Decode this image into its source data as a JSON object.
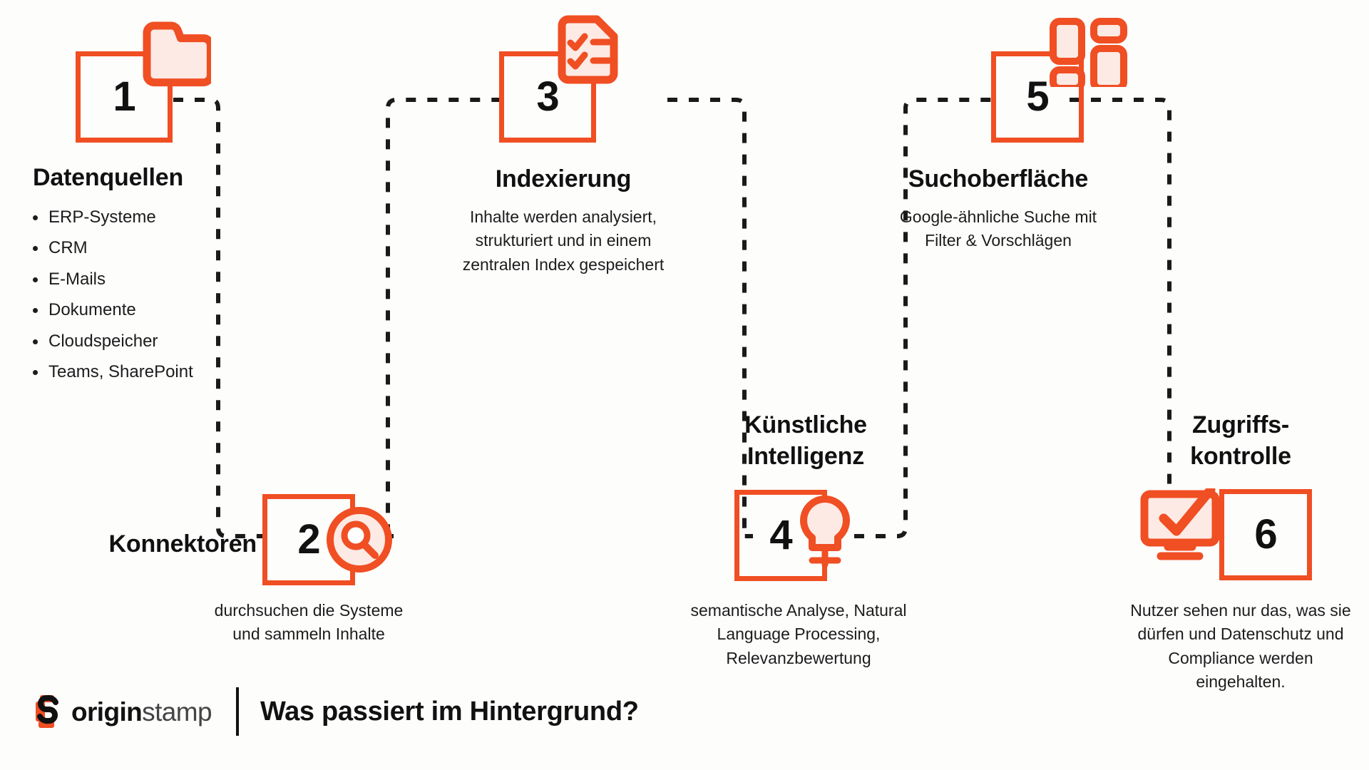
{
  "palette": {
    "accent": "#f04e23",
    "accent_fill": "#fdeae4",
    "text": "#111111",
    "background": "#fdfdfc",
    "connector": "#1a1a1a"
  },
  "steps": [
    {
      "number": "1",
      "title": "Datenquellen",
      "icon": "folder-icon",
      "bullets": [
        "ERP-Systeme",
        "CRM",
        "E-Mails",
        "Dokumente",
        "Cloudspeicher",
        "Teams, SharePoint"
      ]
    },
    {
      "number": "2",
      "title": "Konnektoren",
      "icon": "magnifier-icon",
      "description": "durchsuchen die Systeme und sammeln Inhalte"
    },
    {
      "number": "3",
      "title": "Indexierung",
      "icon": "checklist-document-icon",
      "description": "Inhalte werden analysiert, strukturiert und in einem zentralen Index gespeichert"
    },
    {
      "number": "4",
      "title": "Künstliche Intelligenz",
      "icon": "lightbulb-icon",
      "description": "semantische Analyse, Natural Language Processing, Relevanzbewertung"
    },
    {
      "number": "5",
      "title": "Suchoberfläche",
      "icon": "layout-grid-icon",
      "description": "Google-ähnliche Suche mit Filter & Vorschlägen"
    },
    {
      "number": "6",
      "title": "Zugriffs- kontrolle",
      "icon": "monitor-check-icon",
      "description": "Nutzer sehen nur das, was sie dürfen und Datenschutz und Compliance werden eingehalten."
    }
  ],
  "step_titles": {
    "s1": "Datenquellen",
    "s2": "Konnektoren",
    "s3": "Indexierung",
    "s4_line1": "Künstliche",
    "s4_line2": "Intelligenz",
    "s5": "Suchoberfläche",
    "s6_line1": "Zugriffs-",
    "s6_line2": "kontrolle"
  },
  "step_numbers": {
    "s1": "1",
    "s2": "2",
    "s3": "3",
    "s4": "4",
    "s5": "5",
    "s6": "6"
  },
  "step_descriptions": {
    "s2_l1": "durchsuchen die Systeme",
    "s2_l2": "und sammeln Inhalte",
    "s3_l1": "Inhalte werden analysiert,",
    "s3_l2": "strukturiert und in einem",
    "s3_l3": "zentralen Index gespeichert",
    "s4_l1": "semantische Analyse, Natural",
    "s4_l2": "Language Processing,",
    "s4_l3": "Relevanzbewertung",
    "s5_l1": "Google-ähnliche Suche mit",
    "s5_l2": "Filter & Vorschlägen",
    "s6_l1": "Nutzer sehen nur das, was sie",
    "s6_l2": "dürfen und Datenschutz und",
    "s6_l3": "Compliance werden",
    "s6_l4": "eingehalten."
  },
  "bullets": {
    "b0": "ERP-Systeme",
    "b1": "CRM",
    "b2": "E-Mails",
    "b3": "Dokumente",
    "b4": "Cloudspeicher",
    "b5": "Teams, SharePoint"
  },
  "footer": {
    "logo_bold": "origin",
    "logo_light": "stamp",
    "title": "Was passiert im Hintergrund?"
  }
}
